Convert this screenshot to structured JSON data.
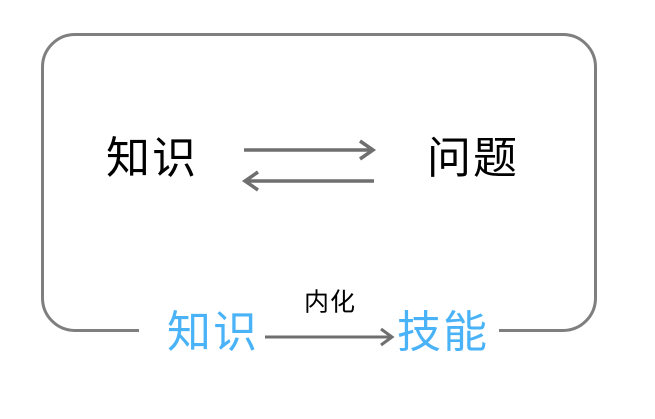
{
  "diagram": {
    "top_row": {
      "left_label": "知识",
      "right_label": "问题"
    },
    "bottom_row": {
      "left_label": "知识",
      "right_label": "技能",
      "arrow_label": "内化"
    },
    "icons": {
      "top_forward_arrow": "arrow-right",
      "top_backward_arrow": "arrow-left",
      "bottom_arrow": "arrow-right"
    },
    "colors": {
      "background": "#ffffff",
      "border_gray": "#7f7f7f",
      "arrow_gray": "#6f6f6f",
      "text_black": "#000000",
      "text_blue": "#4ab3f8"
    }
  }
}
